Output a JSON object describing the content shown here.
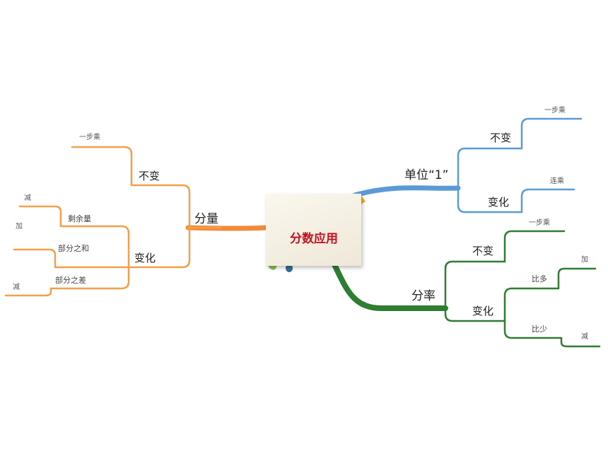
{
  "root": "分数应用",
  "colors": {
    "left": "#f0a04b",
    "leftOrange": "#f28a3a",
    "topRight": "#5b9bd5",
    "bottomRight": "#2e7d32",
    "rootText": "#c1121f"
  },
  "left": {
    "label": "分量",
    "unchanged": {
      "label": "不变",
      "leaf": "一步乘"
    },
    "changed": {
      "label": "变化",
      "items": [
        {
          "label": "剩余量",
          "leaf": "减"
        },
        {
          "label": "部分之和",
          "leaf": "加"
        },
        {
          "label": "部分之差",
          "leaf": "减"
        }
      ]
    }
  },
  "topRight": {
    "label": "单位“1”",
    "unchanged": {
      "label": "不变",
      "leaf": "一步乘"
    },
    "changed": {
      "label": "变化",
      "leaf": "连乘"
    }
  },
  "bottomRight": {
    "label": "分率",
    "unchanged": {
      "label": "不变",
      "leaf": "一步乘"
    },
    "changed": {
      "label": "变化",
      "items": [
        {
          "label": "比多",
          "leaf": "加"
        },
        {
          "label": "比少",
          "leaf": "减"
        }
      ]
    }
  }
}
